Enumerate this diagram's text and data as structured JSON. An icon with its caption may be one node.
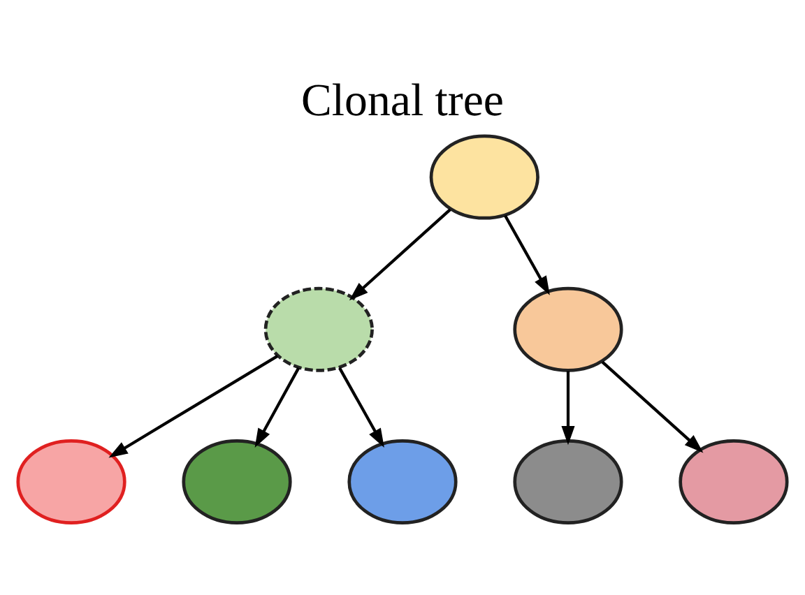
{
  "diagram": {
    "title": "Clonal tree",
    "nodes": [
      {
        "text": [],
        "shape": "circle"
      },
      {
        "text": [],
        "shape": "circle"
      },
      {
        "text": [],
        "shape": "circle"
      },
      {
        "text": [],
        "shape": "circle"
      },
      {
        "text": [],
        "shape": "circle"
      },
      {
        "text": [],
        "shape": "circle"
      },
      {
        "text": [],
        "shape": "circle"
      },
      {
        "text": [],
        "shape": "circle"
      }
    ],
    "edges": [
      {
        "from": 0,
        "to": 1,
        "arrow": "to"
      },
      {
        "from": 0,
        "to": 2,
        "arrow": "to"
      },
      {
        "from": 1,
        "to": 3,
        "arrow": "to"
      },
      {
        "from": 1,
        "to": 4,
        "arrow": "to"
      },
      {
        "from": 1,
        "to": 5,
        "arrow": "to"
      },
      {
        "from": 2,
        "to": 6,
        "arrow": "to"
      },
      {
        "from": 2,
        "to": 7,
        "arrow": "to"
      }
    ]
  }
}
